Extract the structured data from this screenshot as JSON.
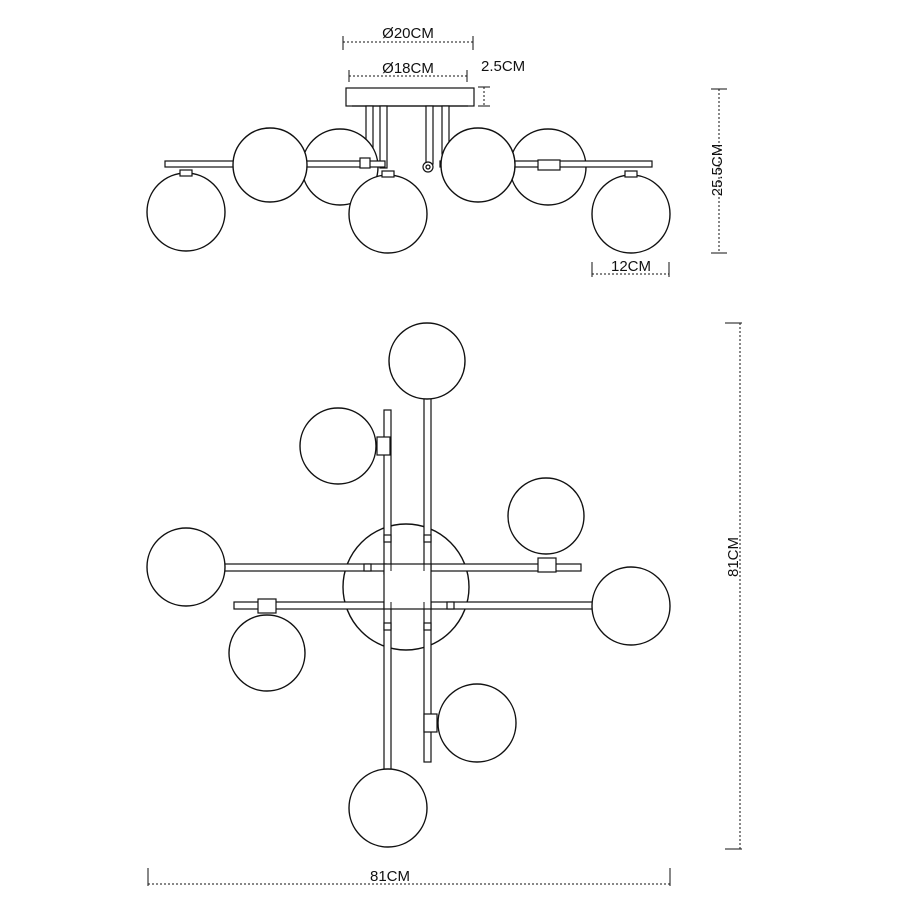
{
  "dimensions": {
    "top_diameter": "Ø20CM",
    "inner_diameter": "Ø18CM",
    "canopy_height": "2.5CM",
    "total_height": "25.5CM",
    "globe_diameter": "12CM",
    "plan_depth": "81CM",
    "plan_width": "81CM"
  },
  "colors": {
    "line": "#111111",
    "background": "#ffffff"
  }
}
